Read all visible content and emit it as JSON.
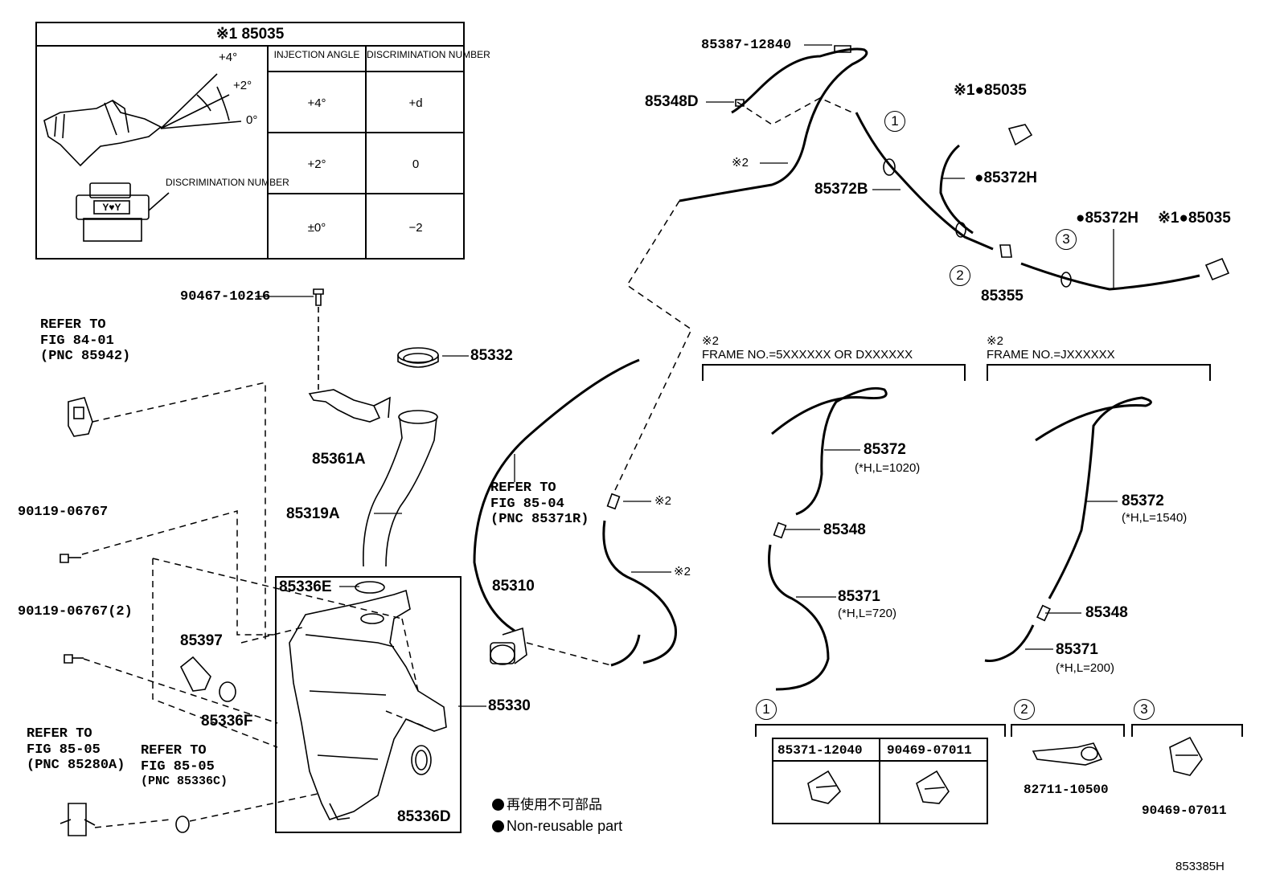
{
  "table": {
    "title": "※1 85035",
    "col_injection_angle": "INJECTION ANGLE",
    "col_discrimination_number": "DISCRIMINATION NUMBER",
    "rows": [
      {
        "angle": "+4°",
        "number": "+d"
      },
      {
        "angle": "+2°",
        "number": "0"
      },
      {
        "angle": "±0°",
        "number": "−2"
      }
    ]
  },
  "detail": {
    "angle_plus4": "+4°",
    "angle_plus2": "+2°",
    "angle_zero": "0°",
    "discrimination_label": "DISCRIMINATION NUMBER",
    "chip_marking": "Y♥Y"
  },
  "parts": {
    "p90467_10216": "90467-10216",
    "p85332": "85332",
    "p85361A": "85361A",
    "p85319A": "85319A",
    "p85336E": "85336E",
    "p85397": "85397",
    "p85336F": "85336F",
    "p85330": "85330",
    "p85336D": "85336D",
    "p85310": "85310",
    "p90119_06767": "90119-06767",
    "p90119_06767_2": "90119-06767(2)",
    "p85387_12840": "85387-12840",
    "p85348D": "85348D",
    "p85372B": "85372B",
    "p85035_top": "※1●85035",
    "p85372H_top": "●85372H",
    "p85372H_right": "●85372H",
    "p85035_right": "※1●85035",
    "p85355": "85355"
  },
  "refer": {
    "r1": {
      "line1": "REFER TO",
      "line2": "FIG 84-01",
      "line3": "(PNC 85942)"
    },
    "r2": {
      "line1": "REFER TO",
      "line2": "FIG 85-04",
      "line3": "(PNC 85371R)"
    },
    "r3": {
      "line1": "REFER TO",
      "line2": "FIG 85-05",
      "line3": "(PNC 85280A)"
    },
    "r4": {
      "line1": "REFER TO",
      "line2": "FIG 85-05",
      "line3": "(PNC 85336C)"
    }
  },
  "marks": {
    "kome2": "※2"
  },
  "callouts": {
    "c1": "1",
    "c2": "2",
    "c3": "3"
  },
  "frames": {
    "f1": {
      "mark": "※2",
      "text": "FRAME NO.=5XXXXXX OR DXXXXXX",
      "hose1": "85372",
      "hose1_len": "(*H,L=1020)",
      "joint": "85348",
      "hose2": "85371",
      "hose2_len": "(*H,L=720)"
    },
    "f2": {
      "mark": "※2",
      "text": "FRAME NO.=JXXXXXX",
      "hose1": "85372",
      "hose1_len": "(*H,L=1540)",
      "joint": "85348",
      "hose2": "85371",
      "hose2_len": "(*H,L=200)"
    }
  },
  "clips": {
    "c1_a": "85371-12040",
    "c1_b": "90469-07011",
    "c2": "82711-10500",
    "c3": "90469-07011"
  },
  "key": {
    "jp": "再使用不可部品",
    "en": "Non-reusable part"
  },
  "figure_code": "853385H"
}
